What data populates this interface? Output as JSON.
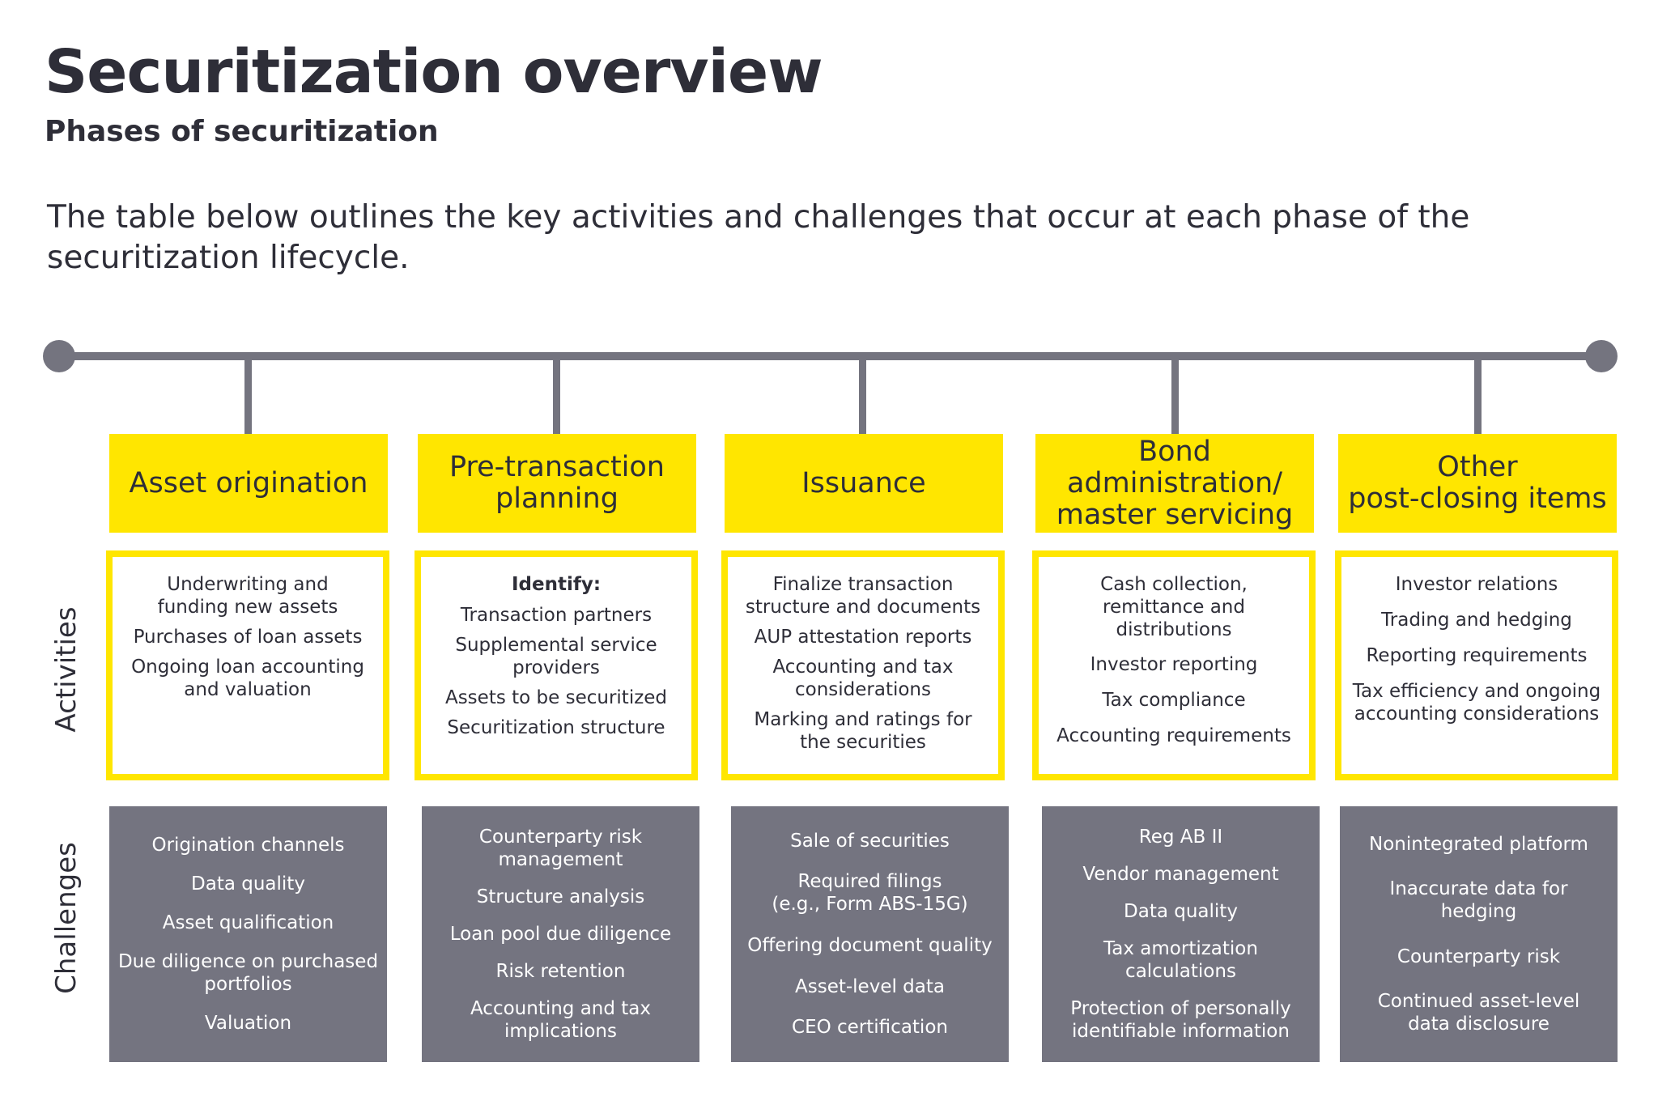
{
  "header": {
    "title": "Securitization overview",
    "subtitle": "Phases of securitization",
    "intro": "The table below outlines the key activities and challenges that occur at each phase of the securitization lifecycle."
  },
  "row_labels": {
    "activities": "Activities",
    "challenges": "Challenges"
  },
  "colors": {
    "accent_yellow": "#ffe600",
    "timeline_gray": "#74747f",
    "challenge_gray": "#747480",
    "text_dark": "#2e2e38"
  },
  "phases": [
    {
      "title": "Asset origination",
      "activities": [
        "Underwriting and\nfunding new assets",
        "Purchases of loan assets",
        "Ongoing loan accounting\nand valuation"
      ],
      "challenges": [
        "Origination channels",
        "Data quality",
        "Asset qualification",
        "Due diligence on purchased\nportfolios",
        "Valuation"
      ]
    },
    {
      "title": "Pre-transaction\nplanning",
      "activities_heading": "Identify:",
      "activities": [
        "Transaction partners",
        "Supplemental service\nproviders",
        "Assets to be securitized",
        "Securitization structure"
      ],
      "challenges": [
        "Counterparty risk\nmanagement",
        "Structure analysis",
        "Loan pool due diligence",
        "Risk retention",
        "Accounting and tax\nimplications"
      ]
    },
    {
      "title": "Issuance",
      "activities": [
        "Finalize transaction\nstructure and documents",
        "AUP attestation reports",
        "Accounting and tax\nconsiderations",
        "Marking and ratings for\nthe securities"
      ],
      "challenges": [
        "Sale of securities",
        "Required filings\n(e.g., Form ABS-15G)",
        "Offering document quality",
        "Asset-level data",
        "CEO certification"
      ]
    },
    {
      "title": "Bond\nadministration/\nmaster servicing",
      "activities": [
        "Cash collection,\nremittance and distributions",
        "Investor reporting",
        "Tax compliance",
        "Accounting requirements"
      ],
      "challenges": [
        "Reg AB II",
        "Vendor management",
        "Data quality",
        "Tax amortization\ncalculations",
        "Protection of personally\nidentifiable information"
      ]
    },
    {
      "title": "Other\npost-closing items",
      "activities": [
        "Investor relations",
        "Trading and hedging",
        "Reporting requirements",
        "Tax efficiency and ongoing\naccounting considerations"
      ],
      "challenges": [
        "Nonintegrated platform",
        "Inaccurate data for\nhedging",
        "Counterparty risk",
        "Continued asset-level\ndata disclosure"
      ]
    }
  ]
}
